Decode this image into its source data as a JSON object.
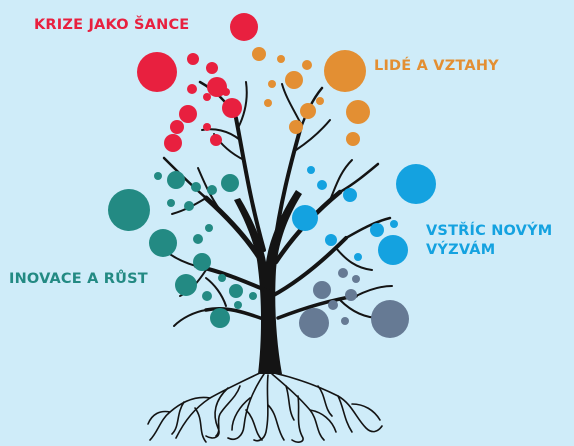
{
  "categories": [
    {
      "id": "krize",
      "label": "KRIZE JAKO ŠANCE",
      "color": "#e8203f"
    },
    {
      "id": "lide",
      "label": "LIDÉ A VZTAHY",
      "color": "#e38f33"
    },
    {
      "id": "vstric",
      "label_lines": [
        "VSTŘÍC NOVÝM",
        "VÝZVÁM"
      ],
      "color": "#14a2e0"
    },
    {
      "id": "inovace",
      "label": "INOVACE A RŮST",
      "color": "#238a83"
    }
  ],
  "tree": {
    "trunk_color": "#141414",
    "root_color": "#141414"
  },
  "leaf_group_colors": {
    "krize": "#e8203f",
    "lide": "#e38f33",
    "vstric": "#14a2e0",
    "inovace": "#238a83",
    "slate": "#667a94"
  }
}
